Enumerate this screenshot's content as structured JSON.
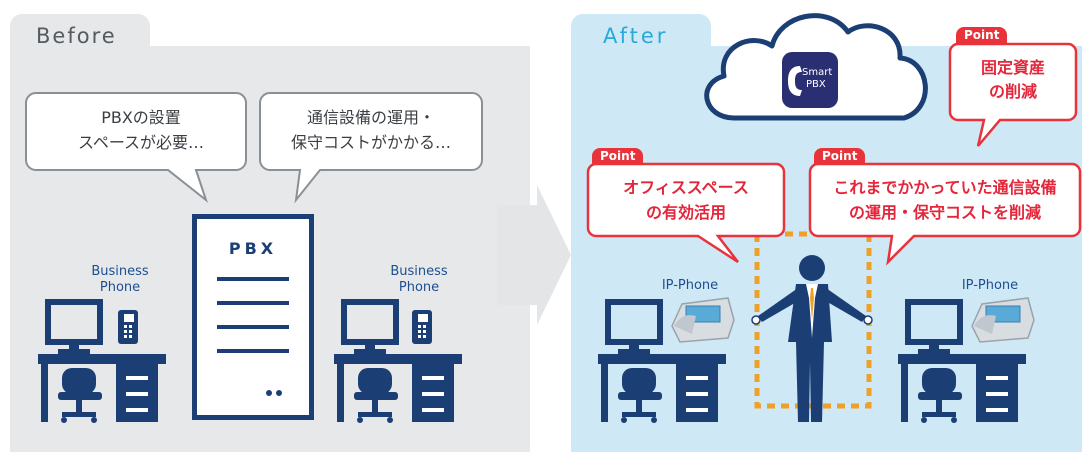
{
  "before": {
    "title": "Before",
    "bubble_left": [
      "PBXの設置",
      "スペースが必要…"
    ],
    "bubble_right": [
      "通信設備の運用・",
      "保守コストがかかる…"
    ],
    "pbx_label": "PBX",
    "phone_label_left": [
      "Business",
      "Phone"
    ],
    "phone_label_right": [
      "Business",
      "Phone"
    ]
  },
  "after": {
    "title": "After",
    "phone_label_left": "IP-Phone",
    "phone_label_right": "IP-Phone",
    "logo": [
      "Smart",
      "PBX"
    ],
    "points": [
      {
        "tag": "Point",
        "lines": [
          "固定資産",
          "の削減"
        ]
      },
      {
        "tag": "Point",
        "lines": [
          "オフィススペース",
          "の有効活用"
        ]
      },
      {
        "tag": "Point",
        "lines": [
          "これまでかかっていた通信設備",
          "の運用・保守コストを削減"
        ]
      }
    ]
  },
  "colors": {
    "navy": "#1b3f74",
    "accent_red": "#e8333b",
    "after_bg": "#cfe8f6",
    "before_bg": "#e6e8ea",
    "dashed_orange": "#f0a028"
  }
}
